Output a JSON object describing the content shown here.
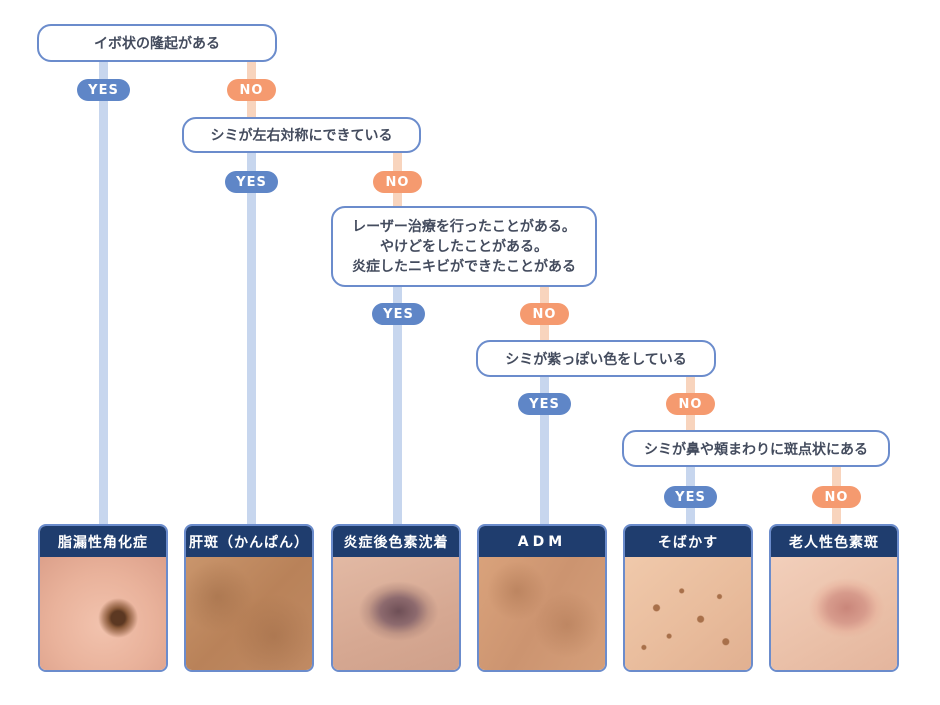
{
  "questions": {
    "q1": "イボ状の隆起がある",
    "q2": "シミが左右対称にできている",
    "q3": [
      "レーザー治療を行ったことがある。",
      "やけどをしたことがある。",
      "炎症したニキビができたことがある"
    ],
    "q4": "シミが紫っぽい色をしている",
    "q5": "シミが鼻や頬まわりに斑点状にある"
  },
  "answers": {
    "yes": "YES",
    "no": "NO"
  },
  "results": [
    "脂漏性角化症",
    "肝斑（かんぱん）",
    "炎症後色素沈着",
    "ADM",
    "そばかす",
    "老人性色素斑"
  ],
  "colors": {
    "box_border": "#6b8ccc",
    "yes": "#5f86c7",
    "no": "#f59a6f",
    "title_bar": "#1f3d6e"
  }
}
